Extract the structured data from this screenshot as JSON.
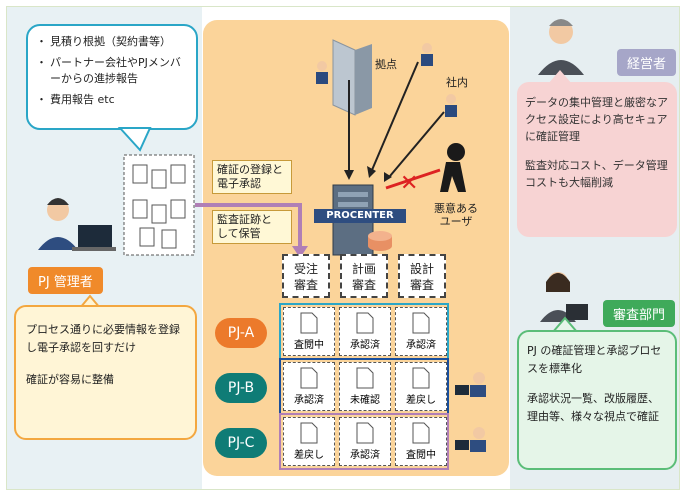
{
  "top_left_bubble": {
    "items": [
      "見積り根拠（契約書等）",
      "パートナー会社やPJメンバーからの進捗報告",
      "費用報告 etc"
    ]
  },
  "roles": {
    "pj_manager": "PJ 管理者",
    "executive": "経営者",
    "review_dept": "審査部門"
  },
  "pj_manager_box": {
    "items": [
      "プロセス通りに必要情報を登録し電子承認を回すだけ",
      "確証が容易に整備"
    ]
  },
  "executive_box": {
    "items": [
      "データの集中管理と厳密なアクセス設定により高セキュアに確証管理",
      "監査対応コスト、データ管理コストも大幅削減"
    ]
  },
  "review_box": {
    "items": [
      "PJ の確証管理と承認プロセスを標準化",
      "承認状況一覧、改版履歴、理由等、様々な視点で確証"
    ]
  },
  "center": {
    "site_label": "拠点",
    "office_label": "社内",
    "server_label": "PROCENTER",
    "malicious_user": "悪意ある\nユーザ",
    "note_register": "確証の登録と\n電子承認",
    "note_audit": "監査証跡と\nして保管"
  },
  "columns": [
    "受注\n審査",
    "計画\n審査",
    "設計\n審査"
  ],
  "projects": [
    {
      "name": "PJ-A",
      "color": "#ec7a2b",
      "border": "#2aa6c7",
      "status": [
        "査閲中",
        "承認済",
        "承認済"
      ]
    },
    {
      "name": "PJ-B",
      "color": "#0f7c76",
      "border": "#1a4f9c",
      "status": [
        "承認済",
        "未確認",
        "差戻し"
      ]
    },
    {
      "name": "PJ-C",
      "color": "#0f7c76",
      "border": "#b07fb6",
      "status": [
        "差戻し",
        "承認済",
        "査閲中"
      ]
    }
  ]
}
